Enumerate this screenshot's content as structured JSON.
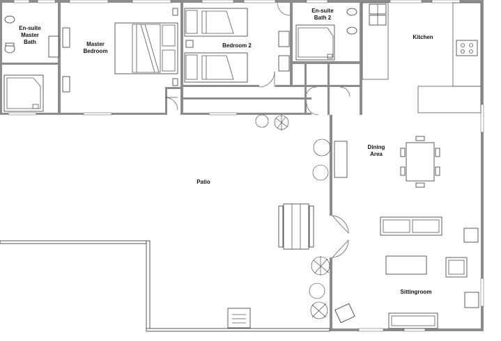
{
  "rooms": {
    "ensuite_master": "En-suite\nMaster\nBath",
    "master_bedroom": "Master\nBedroom",
    "bedroom_2": "Bedroom 2",
    "ensuite_2": "En-suite\nBath 2",
    "kitchen": "Kitchen",
    "dining": "Dining\nArea",
    "patio": "Patio",
    "sittingroom": "Sittingroom"
  },
  "colors": {
    "wall": "#8c8c8c",
    "line": "#555555",
    "background": "#ffffff"
  }
}
